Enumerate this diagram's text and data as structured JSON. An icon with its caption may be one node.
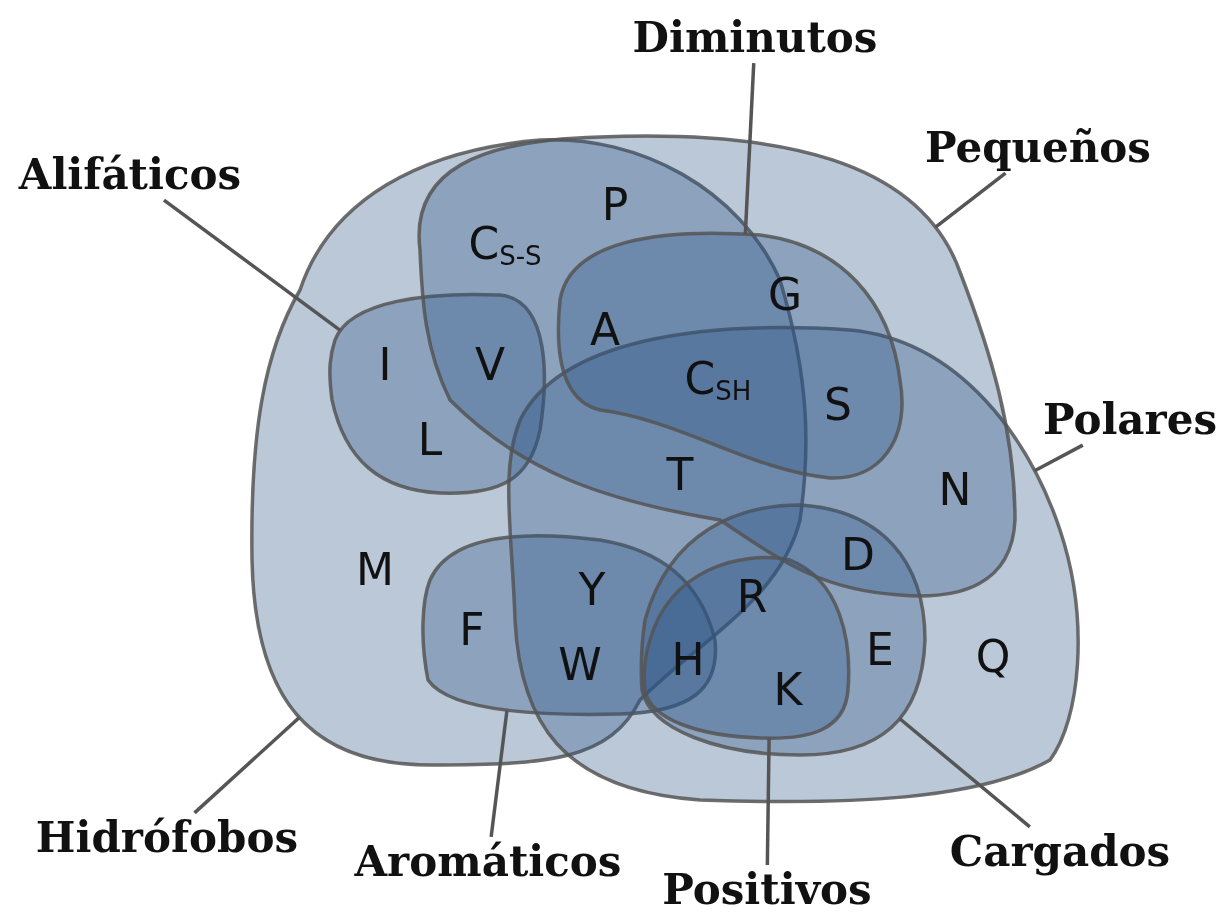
{
  "diagram": {
    "nodes": [
      {
        "text": [
          "Diminutos"
        ]
      },
      {
        "text": [
          "Pequeños"
        ]
      },
      {
        "text": [
          "Alifáticos"
        ]
      },
      {
        "text": [
          "Polares"
        ]
      },
      {
        "text": [
          "Hidrófobos"
        ]
      },
      {
        "text": [
          "Aromáticos"
        ]
      },
      {
        "text": [
          "Positivos"
        ]
      },
      {
        "text": [
          "Cargados"
        ]
      },
      {
        "text": [],
        "shape": "blob"
      },
      {
        "text": [],
        "shape": "blob"
      },
      {
        "text": [],
        "shape": "blob"
      },
      {
        "text": [],
        "shape": "blob",
        "in": 10
      },
      {
        "text": [],
        "shape": "blob",
        "in": 8
      },
      {
        "text": [],
        "shape": "blob",
        "in": 8
      },
      {
        "text": [],
        "shape": "blob",
        "in": 9
      },
      {
        "text": [],
        "shape": "blob",
        "in": 14
      }
    ],
    "edges": [
      {
        "from": 0,
        "to": 11,
        "arrow": "none"
      },
      {
        "from": 1,
        "to": 10,
        "arrow": "none"
      },
      {
        "from": 2,
        "to": 12,
        "arrow": "none"
      },
      {
        "from": 3,
        "to": 9,
        "arrow": "none"
      },
      {
        "from": 4,
        "to": 8,
        "arrow": "none"
      },
      {
        "from": 5,
        "to": 13,
        "arrow": "none"
      },
      {
        "from": 6,
        "to": 15,
        "arrow": "none"
      },
      {
        "from": 7,
        "to": 14,
        "arrow": "none"
      }
    ],
    "labels": [
      "P",
      "C$_{S-S}$",
      "G",
      "A",
      "I",
      "V",
      "C$_{SH}$",
      "S",
      "L",
      "T",
      "N",
      "M",
      "D",
      "Y",
      "R",
      "F",
      "W",
      "H",
      "E",
      "Q",
      "K"
    ]
  }
}
